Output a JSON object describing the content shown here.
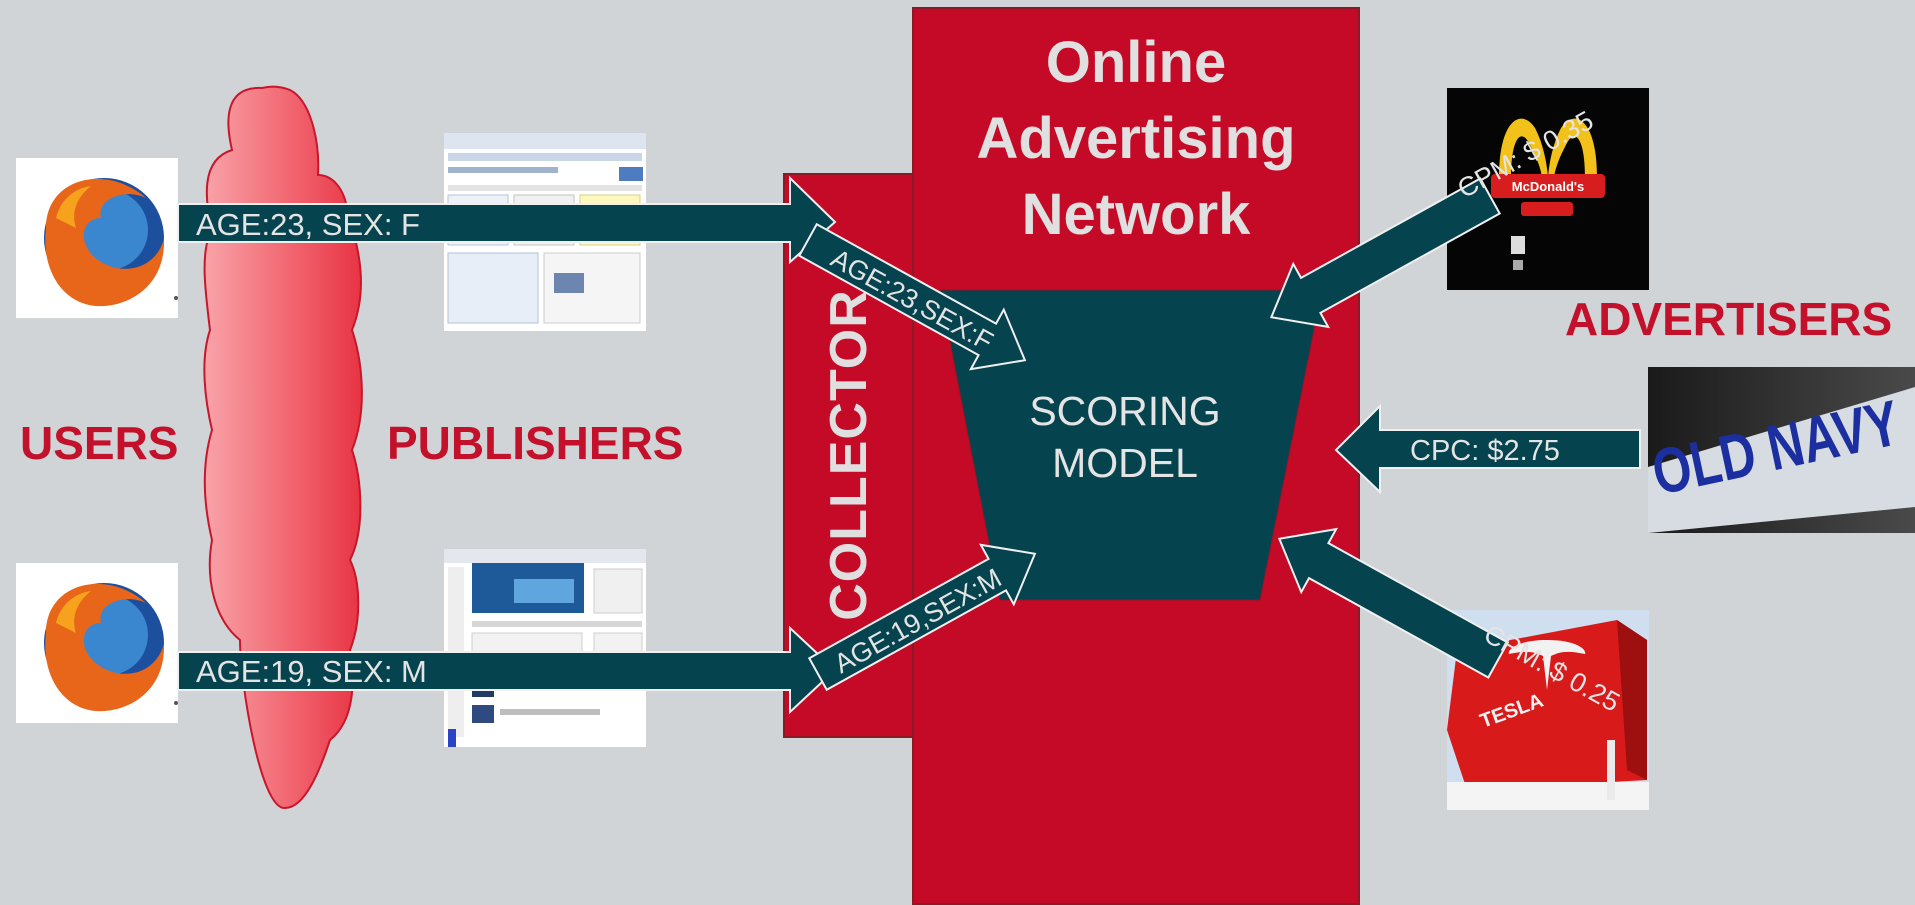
{
  "labels": {
    "users": "USERS",
    "publishers": "PUBLISHERS",
    "advertisers": "ADVERTISERS",
    "collector": "COLLECTOR",
    "network_title": [
      "Online",
      "Advertising",
      "Network"
    ],
    "scoring_model": [
      "SCORING",
      "MODEL"
    ]
  },
  "user_flows": [
    {
      "arrow_text": "AGE:23, SEX: F",
      "collector_text": "AGE:23,SEX:F"
    },
    {
      "arrow_text": "AGE:19, SEX: M",
      "collector_text": "AGE:19,SEX:M"
    }
  ],
  "advertiser_bids": [
    {
      "brand": "McDonald's",
      "bid": "CPM: $ 0.35"
    },
    {
      "brand": "OLD NAVY",
      "bid": "CPC:  $2.75"
    },
    {
      "brand": "TESLA",
      "bid": "CPM: $ 0.25"
    }
  ],
  "colors": {
    "background": "#d0d4d6",
    "network_red": "#c40a26",
    "arrow_teal": "#05434f",
    "label_red": "#c4112b",
    "cloud_pink": "#f2707a"
  }
}
